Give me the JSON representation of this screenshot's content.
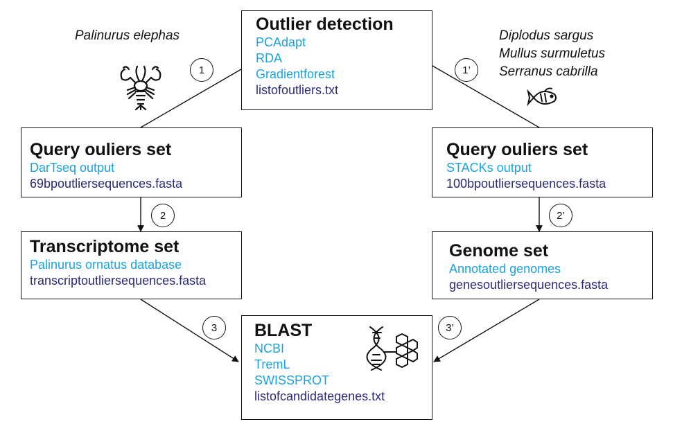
{
  "species": {
    "left": [
      "Palinurus elephas"
    ],
    "right": [
      "Diplodus sargus",
      "Mullus surmuletus",
      "Serranus cabrilla"
    ]
  },
  "boxes": {
    "outlier": {
      "title": "Outlier detection",
      "lines": [
        {
          "text": "PCAdapt",
          "color": "cyan"
        },
        {
          "text": "RDA",
          "color": "cyan"
        },
        {
          "text": "Gradientforest",
          "color": "cyan"
        },
        {
          "text": "listofoutliers.txt",
          "color": "navy"
        }
      ]
    },
    "query_left": {
      "title": "Query ouliers set",
      "lines": [
        {
          "text": "DarTseq  output",
          "color": "cyan"
        },
        {
          "text": "69bpoutliersequences.fasta",
          "color": "navy"
        }
      ]
    },
    "query_right": {
      "title": "Query ouliers set",
      "lines": [
        {
          "text": "STACKs output",
          "color": "cyan"
        },
        {
          "text": "100bpoutliersequences.fasta",
          "color": "navy"
        }
      ]
    },
    "transcriptome": {
      "title": "Transcriptome set",
      "lines": [
        {
          "text": "Palinurus ornatus database",
          "color": "cyan"
        },
        {
          "text": "transcriptoutliersequences.fasta",
          "color": "navy"
        }
      ]
    },
    "genome": {
      "title": "Genome set",
      "lines": [
        {
          "text": "Annotated genomes",
          "color": "cyan"
        },
        {
          "text": "genesoutliersequences.fasta",
          "color": "navy"
        }
      ]
    },
    "blast": {
      "title": "BLAST",
      "lines": [
        {
          "text": "NCBI",
          "color": "cyan"
        },
        {
          "text": "TremL",
          "color": "cyan"
        },
        {
          "text": "SWISSPROT",
          "color": "cyan"
        },
        {
          "text": "listofcandidategenes.txt",
          "color": "navy"
        }
      ]
    }
  },
  "steps": {
    "s1": "1",
    "s1p": "1’",
    "s2": "2",
    "s2p": "2’",
    "s3": "3",
    "s3p": "3’"
  },
  "icons": {
    "lobster": "lobster-icon",
    "fish": "fish-icon",
    "dna": "dna-molecule-icon"
  },
  "colors": {
    "cyan": "#1aa3e0",
    "navy": "#2a2a7a",
    "border": "#111111"
  }
}
